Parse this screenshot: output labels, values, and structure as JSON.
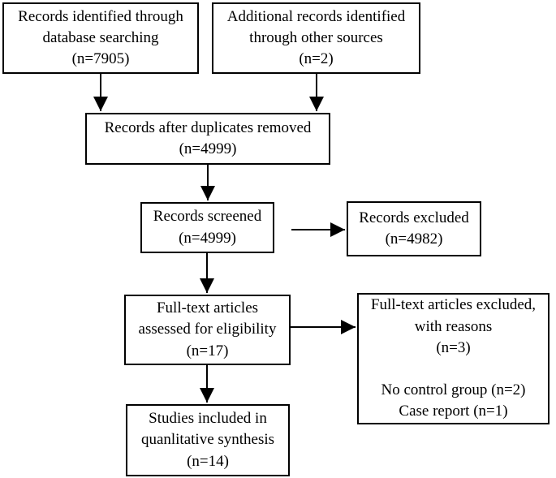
{
  "colors": {
    "background": "#ffffff",
    "box_background": "#ffffff",
    "box_border": "#000000",
    "text": "#000000",
    "arrow": "#000000"
  },
  "flowchart": {
    "kind": "study-selection-flow-diagram",
    "nodes": {
      "identified": {
        "lines": [
          "Records identified through",
          "database searching",
          "(n=7905)"
        ]
      },
      "additional": {
        "lines": [
          "Additional records identified",
          "through other sources",
          "(n=2)"
        ]
      },
      "duplicates_removed": {
        "lines": [
          "Records after duplicates removed",
          "(n=4999)"
        ]
      },
      "screened": {
        "lines": [
          "Records screened",
          "(n=4999)"
        ]
      },
      "records_excluded": {
        "lines": [
          "Records excluded",
          "(n=4982)"
        ]
      },
      "fulltext_assessed": {
        "lines": [
          "Full-text articles",
          "assessed for eligibility",
          "(n=17)"
        ]
      },
      "fulltext_excluded": {
        "lines": [
          "Full-text articles excluded,",
          "with reasons",
          "(n=3)",
          "",
          "No control group (n=2)",
          "Case report (n=1)"
        ]
      },
      "included": {
        "lines": [
          "Studies included in",
          "quanlitative synthesis",
          "(n=14)"
        ]
      }
    }
  }
}
